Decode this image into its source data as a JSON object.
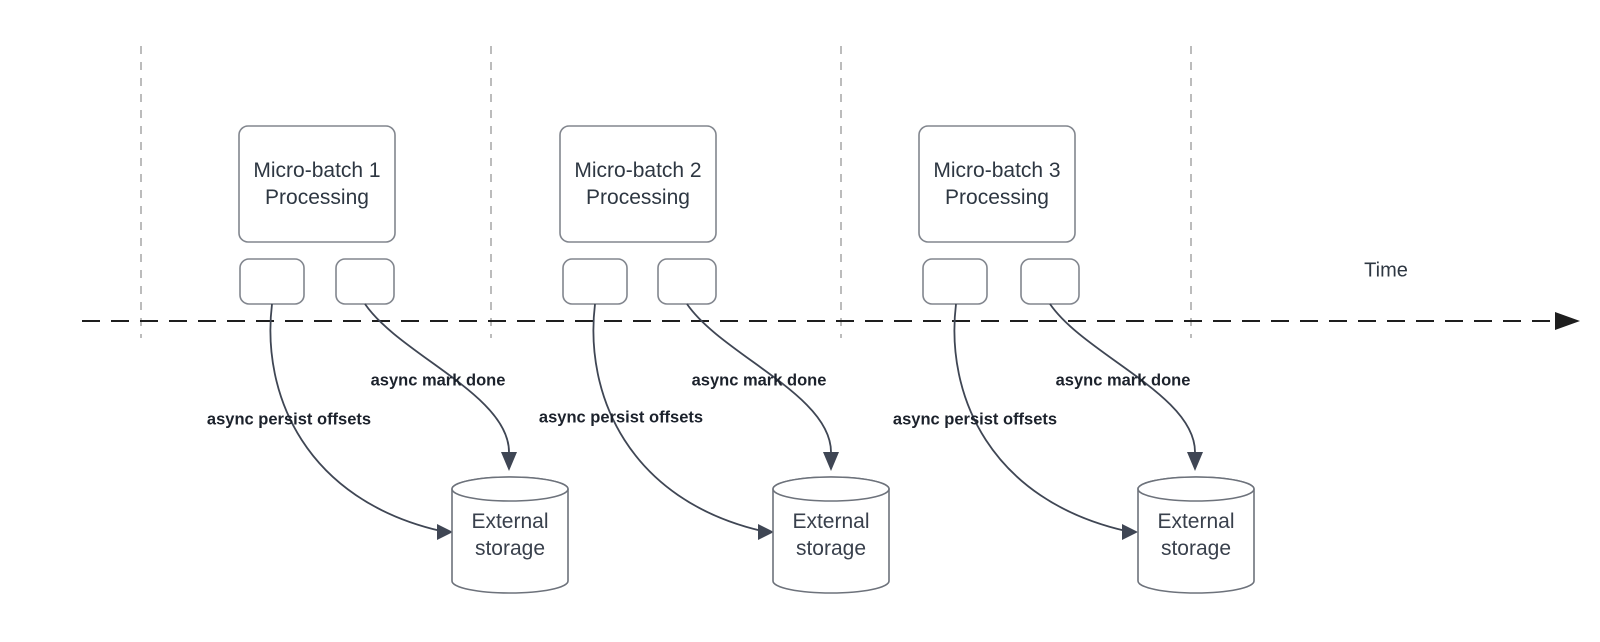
{
  "diagram": {
    "time_axis_label": "Time",
    "batches": [
      {
        "process_label": "Micro-batch 1\nProcessing",
        "persist_arrow_label": "async persist offsets",
        "done_arrow_label": "async mark done",
        "storage_label": "External\nstorage"
      },
      {
        "process_label": "Micro-batch 2\nProcessing",
        "persist_arrow_label": "async persist offsets",
        "done_arrow_label": "async mark done",
        "storage_label": "External\nstorage"
      },
      {
        "process_label": "Micro-batch 3\nProcessing",
        "persist_arrow_label": "async persist offsets",
        "done_arrow_label": "async mark done",
        "storage_label": "External\nstorage"
      }
    ],
    "colors": {
      "background": "#ffffff",
      "text": "#2e3742",
      "bold_label_text": "#1c222c",
      "shape_stroke": "#82868e",
      "cylinder_stroke": "#6d727b",
      "arrow_stroke": "#3f4654",
      "timeline_stroke": "#1e1e1e",
      "guide_line_stroke": "#a6a6a6"
    }
  }
}
